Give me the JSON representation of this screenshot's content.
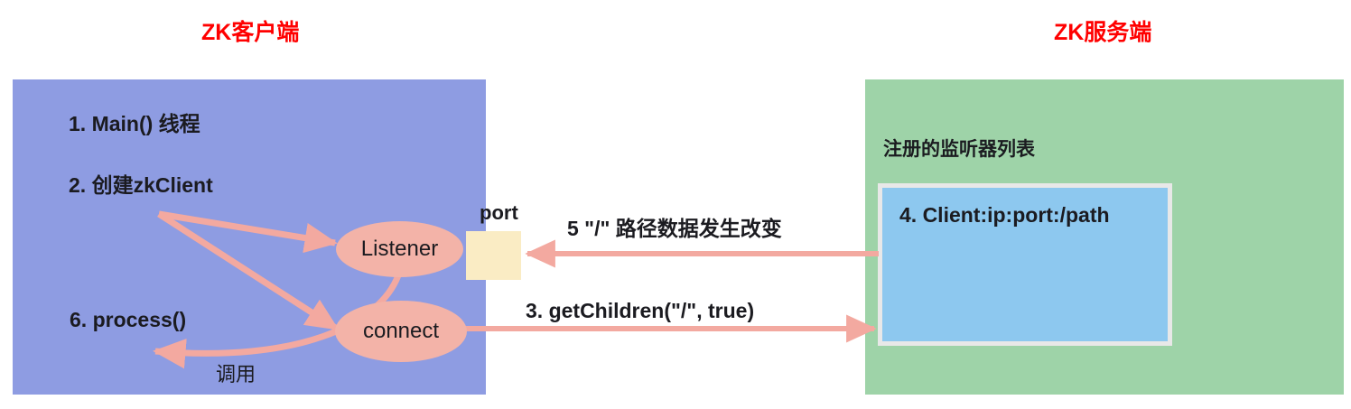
{
  "diagram": {
    "title_client": "ZK客户端",
    "title_server": "ZK服务端",
    "colors": {
      "title": "#ff0000",
      "client_panel": "#8e9ce2",
      "server_panel": "#9ed3a8",
      "inner_box": "#8dc8ef",
      "inner_box_border": "#e8e8e8",
      "port_box": "#faecc4",
      "node_fill": "#f3b3a8",
      "arrow": "#f3a9a0",
      "text": "#1b1b20",
      "background": "#ffffff"
    }
  },
  "client": {
    "steps": [
      {
        "id": "step-1",
        "label": "1. Main() 线程"
      },
      {
        "id": "step-2",
        "label": "2. 创建zkClient"
      },
      {
        "id": "step-6",
        "label": "6. process()"
      }
    ],
    "nodes": [
      {
        "id": "listener",
        "label": "Listener"
      },
      {
        "id": "connect",
        "label": "connect"
      }
    ],
    "port_box_label": "port",
    "callback_label": "调用"
  },
  "server": {
    "list_title": "注册的监听器列表",
    "entries": [
      {
        "id": "entry-1",
        "label": "4. Client:ip:port:/path"
      }
    ]
  },
  "edges": [
    {
      "id": "edge-watch-trigger",
      "label": "5 \"/\" 路径数据发生改变",
      "direction": "server-to-client"
    },
    {
      "id": "edge-getchildren",
      "label": "3. getChildren(\"/\", true)",
      "direction": "client-to-server"
    }
  ]
}
